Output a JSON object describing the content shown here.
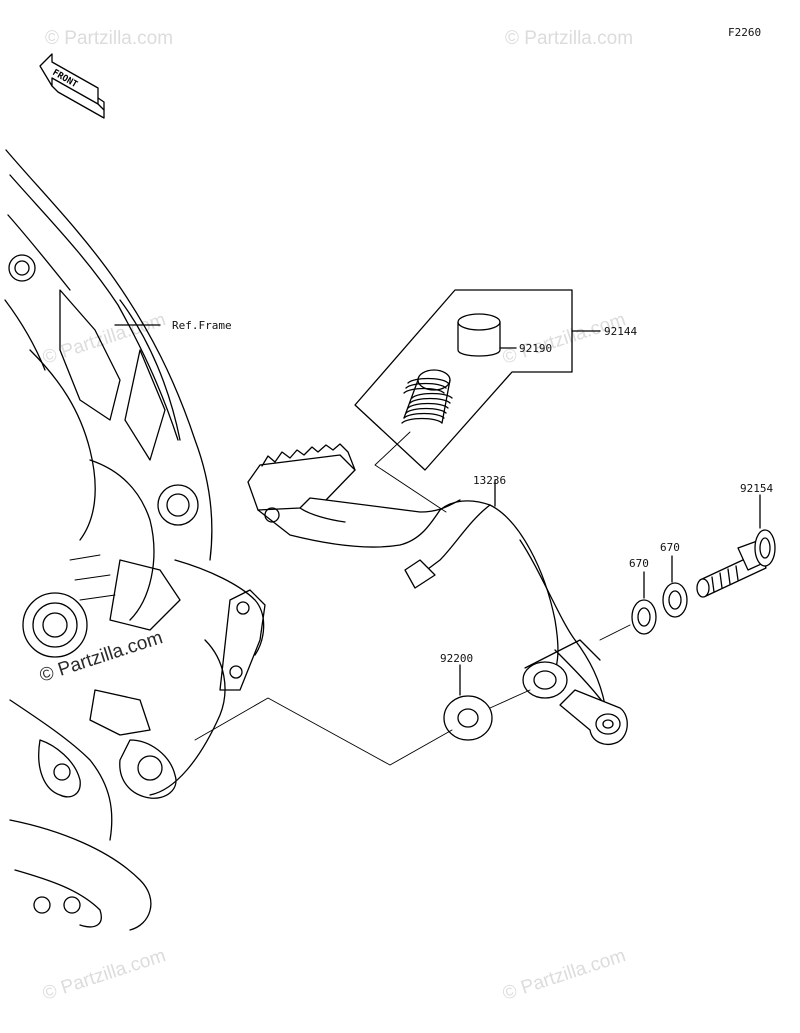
{
  "diagram": {
    "code": "F2260",
    "front_label": "FRONT",
    "reference": "Ref.Frame",
    "parts": [
      {
        "number": "92144"
      },
      {
        "number": "92190"
      },
      {
        "number": "13236"
      },
      {
        "number": "92154"
      },
      {
        "number": "670"
      },
      {
        "number": "670"
      },
      {
        "number": "92200"
      }
    ]
  },
  "watermark": {
    "text": "© Partzilla.com"
  },
  "colors": {
    "line": "#000000",
    "watermark": "#dcdcdc",
    "background": "#ffffff"
  }
}
